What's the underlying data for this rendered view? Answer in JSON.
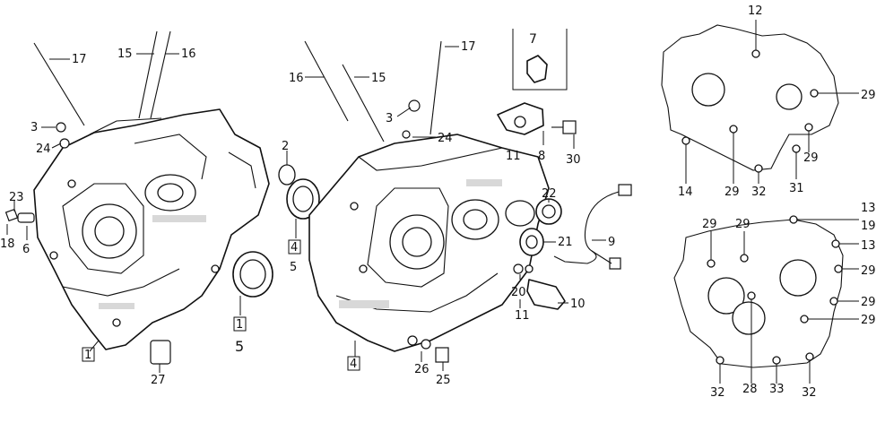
{
  "callouts": {
    "left_case": [
      "17",
      "15",
      "16",
      "3",
      "24",
      "23",
      "18",
      "6",
      "1",
      "27"
    ],
    "bearings": [
      "2",
      "4",
      "5",
      "1",
      "5"
    ],
    "center_case": [
      "16",
      "15",
      "17",
      "3",
      "24",
      "7",
      "11",
      "8",
      "30",
      "22",
      "21",
      "9",
      "20",
      "11",
      "10",
      "4",
      "26",
      "25"
    ],
    "gasket_top": [
      "12",
      "29",
      "14",
      "29",
      "32",
      "31",
      "29"
    ],
    "gasket_bottom": [
      "13",
      "19",
      "13",
      "29",
      "29",
      "29",
      "29",
      "29",
      "32",
      "28",
      "33",
      "32"
    ]
  }
}
